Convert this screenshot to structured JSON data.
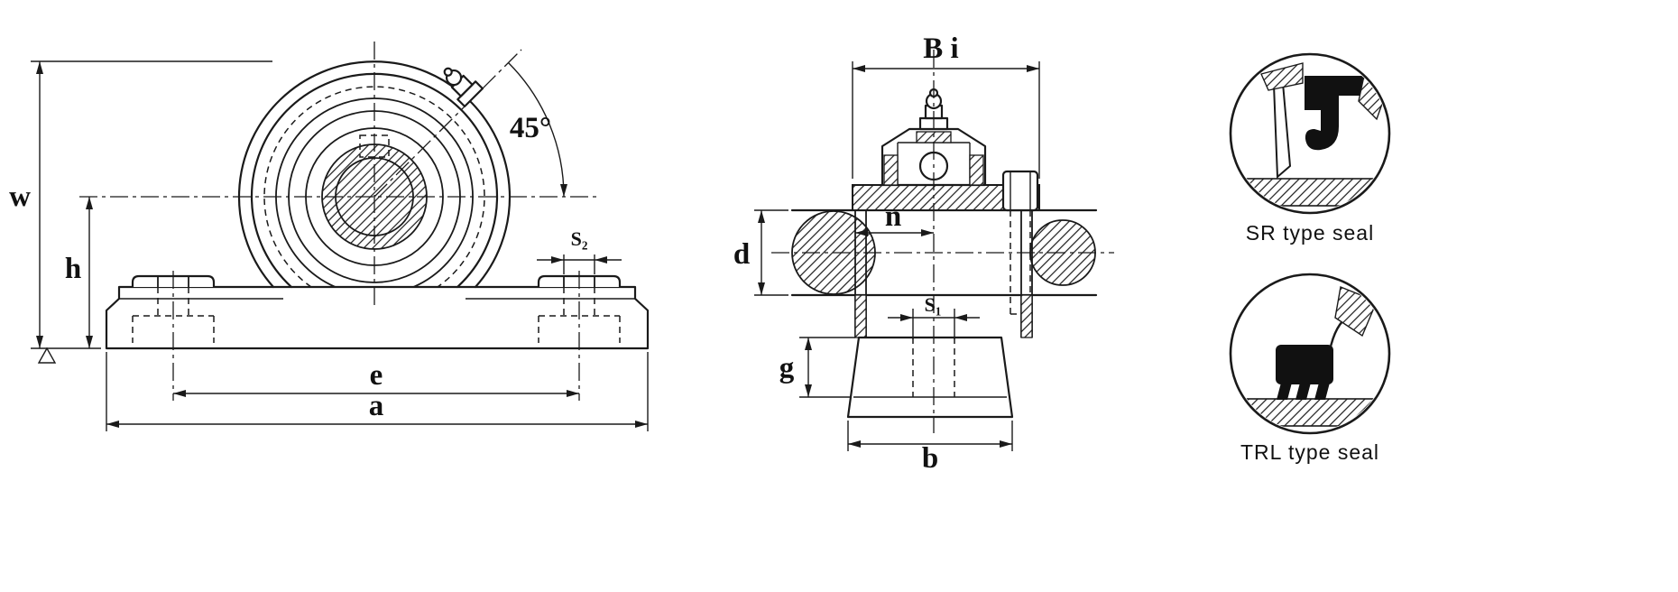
{
  "drawing": {
    "colors": {
      "line": "#1a1a1a",
      "background": "#ffffff"
    },
    "front_view": {
      "labels": {
        "w": "w",
        "h": "h",
        "e": "e",
        "a": "a",
        "s2": "S₂",
        "angle": "45°"
      }
    },
    "side_view": {
      "labels": {
        "Bi": "B i",
        "n": "n",
        "d": "d",
        "s1": "S₁",
        "g": "g",
        "b": "b"
      }
    },
    "seals": [
      {
        "caption": "SR type seal"
      },
      {
        "caption": "TRL type seal"
      }
    ]
  }
}
